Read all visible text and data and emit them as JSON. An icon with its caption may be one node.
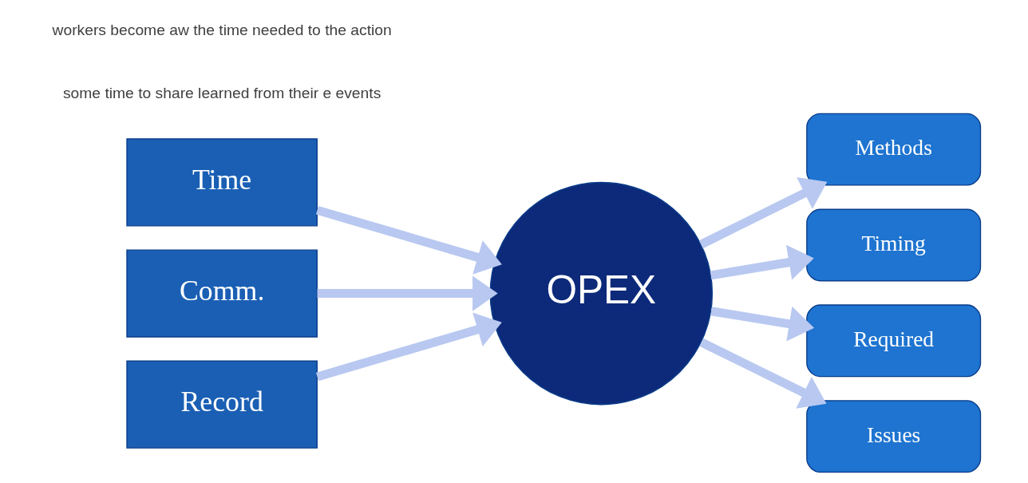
{
  "diagram": {
    "nodes": [
      {
        "text": [
          "Time"
        ]
      },
      {
        "text": [
          "Comm."
        ]
      },
      {
        "text": [
          "Record"
        ]
      },
      {
        "text": [
          "OPEX"
        ]
      },
      {
        "text": [
          "Methods"
        ]
      },
      {
        "text": [
          "Timing"
        ]
      },
      {
        "text": [
          "Required"
        ]
      },
      {
        "text": [
          "Issues"
        ]
      }
    ],
    "edges": [
      {
        "from": 0,
        "to": 3,
        "arrow": "to"
      },
      {
        "from": 1,
        "to": 3,
        "arrow": "to"
      },
      {
        "from": 2,
        "to": 3,
        "arrow": "to"
      },
      {
        "from": 3,
        "to": 4,
        "arrow": "to"
      },
      {
        "from": 3,
        "to": 5,
        "arrow": "to"
      },
      {
        "from": 3,
        "to": 6,
        "arrow": "to"
      },
      {
        "from": 3,
        "to": 7,
        "arrow": "to"
      }
    ],
    "labels": [
      "some time to share learned from their e events",
      "workers become aw the time needed to the action"
    ]
  }
}
